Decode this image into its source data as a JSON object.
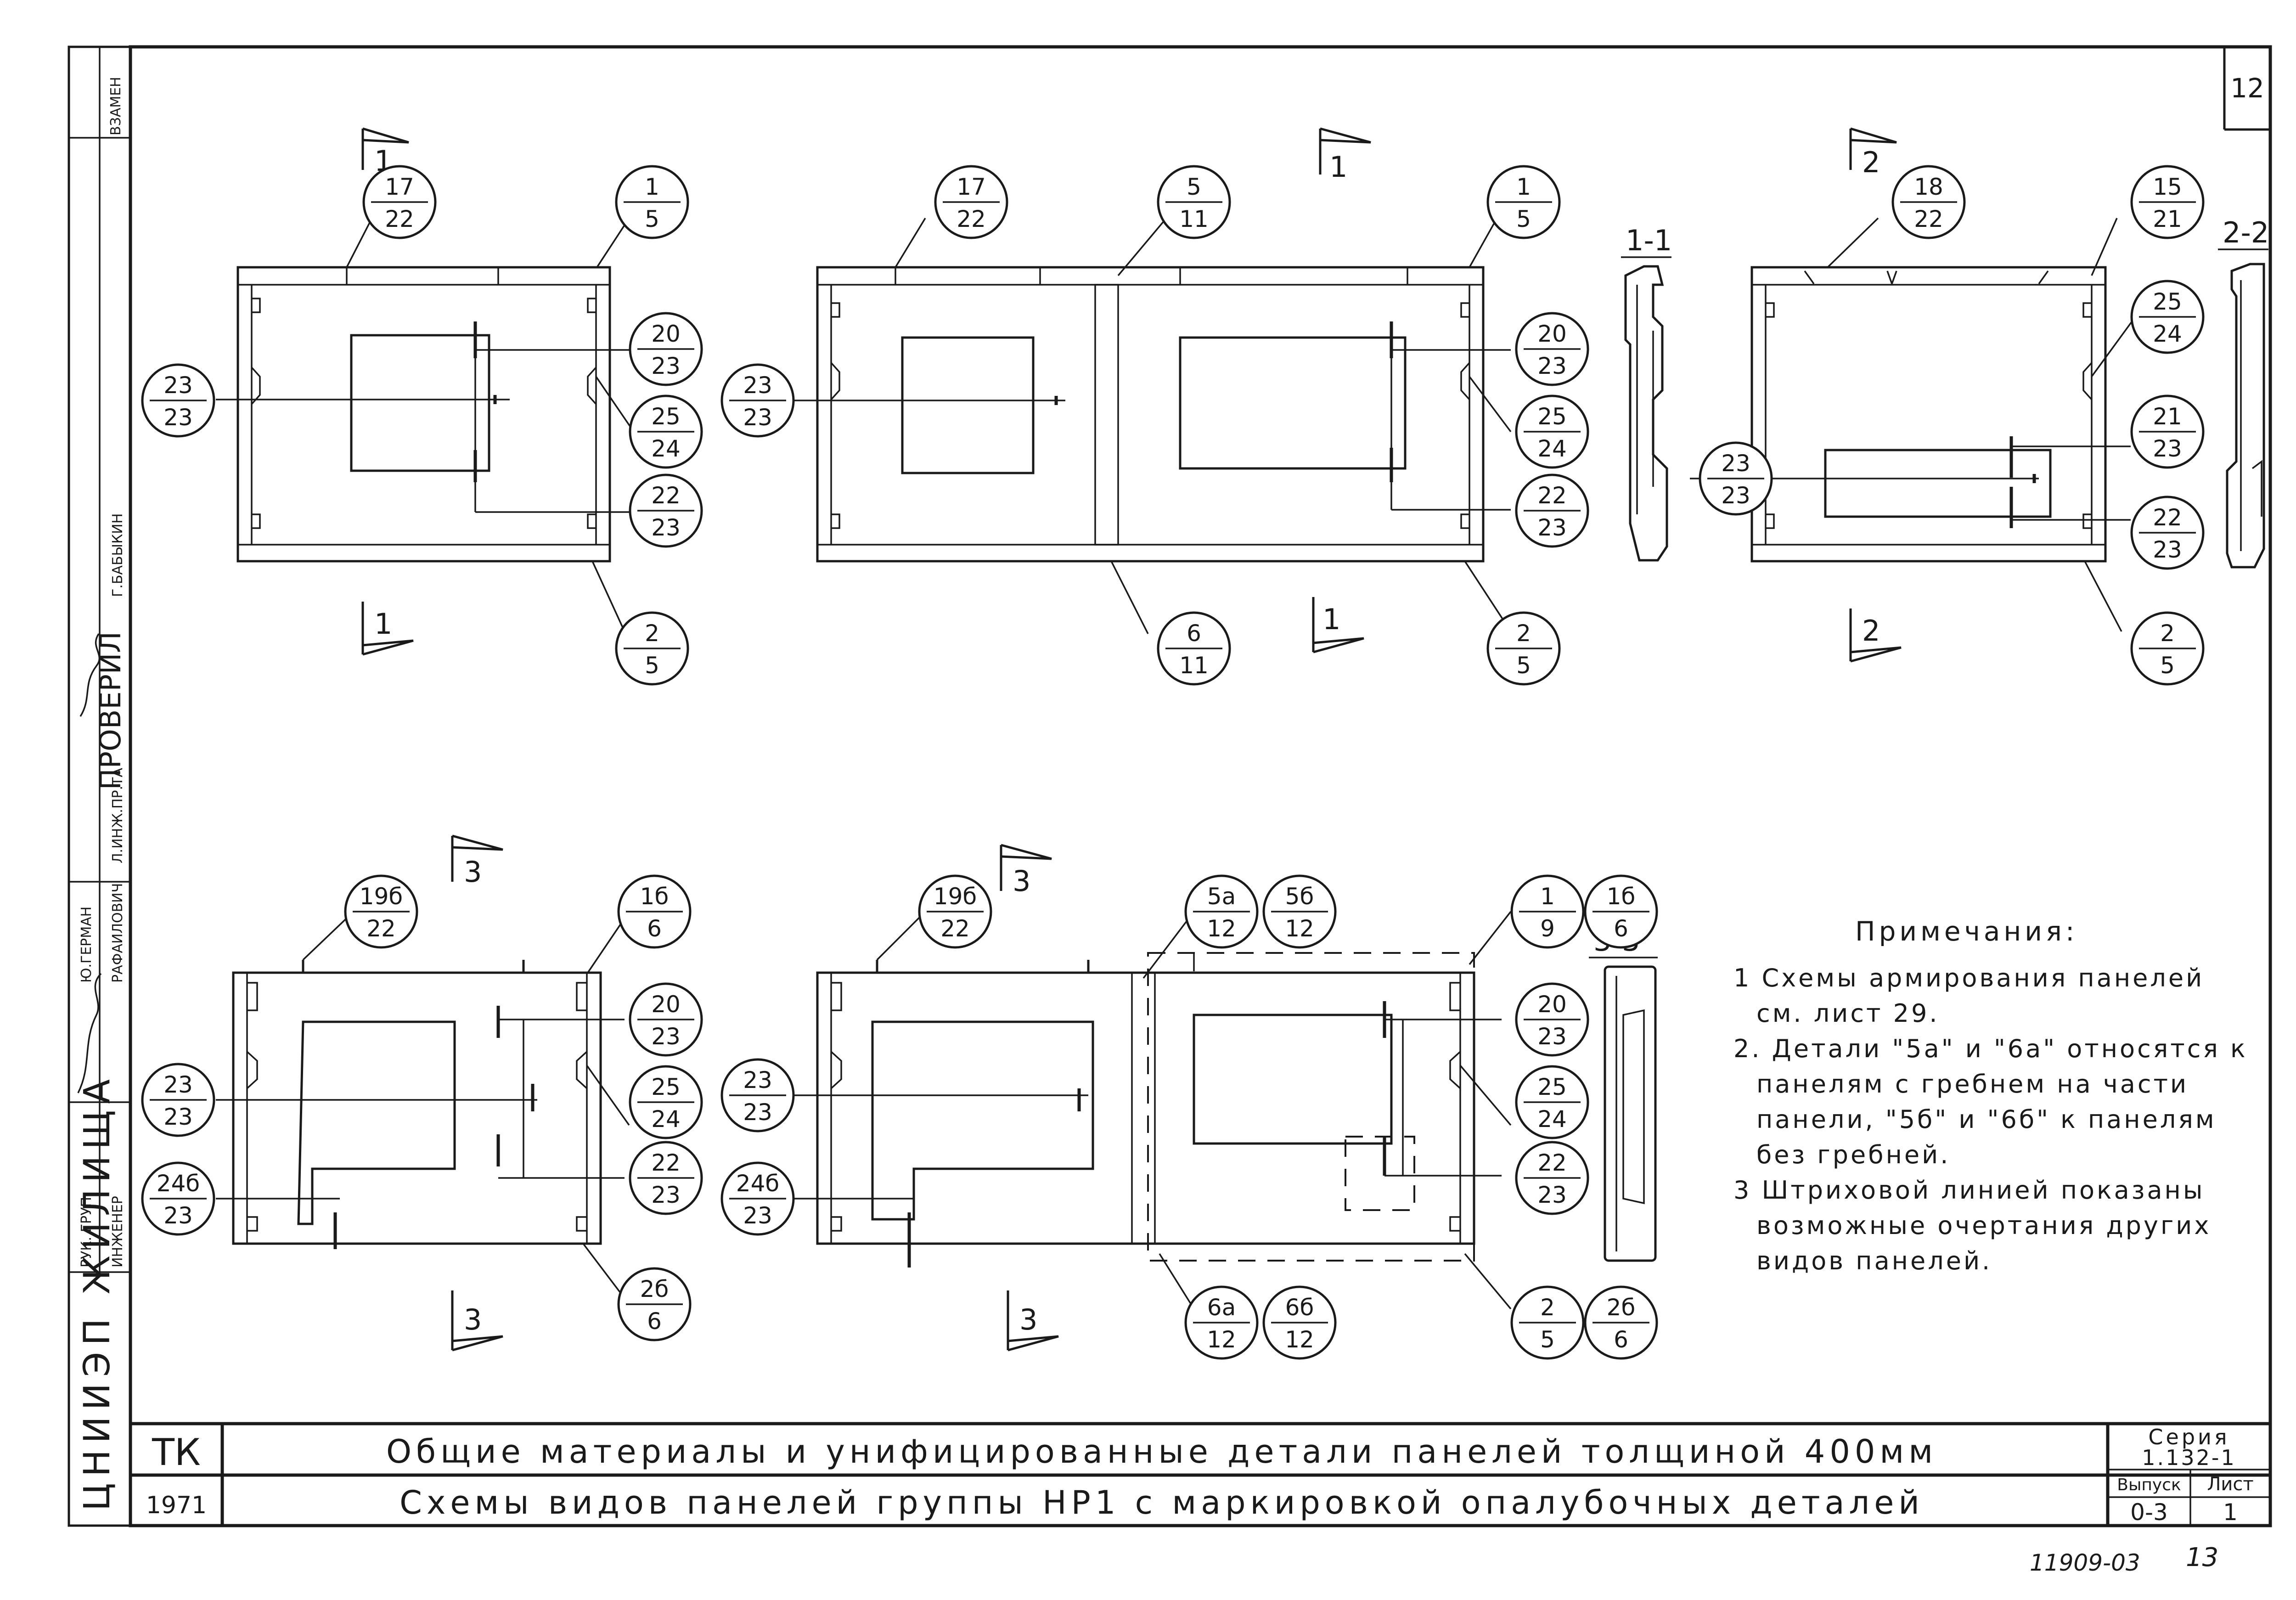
{
  "sheet": {
    "page_number": "12",
    "archive_number": "11909-03",
    "archive_page": "13"
  },
  "margin_strip": {
    "org": "ЦНИИЭП ЖИЛИЩА",
    "replaces_label": "ВЗАМЕН",
    "checked_label": "ПРОВЕРИЛ",
    "roles": [
      "РУК. ГРУП",
      "ИНЖЕНЕР",
      "Ю.ГЕРМАН",
      "РАФАИЛОВИЧ",
      "Л.ИНЖ.ПР.ТА",
      "Г.БАБЫКИН"
    ]
  },
  "notes": {
    "heading": "Примечания:",
    "lines": [
      "1 Схемы армирования панелей",
      "см. лист 29.",
      "2. Детали \"5а\" и \"6а\" относятся к",
      "панелям с гребнем на части",
      "панели, \"5б\" и \"6б\" к панелям",
      "без гребней.",
      "3 Штриховой линией показаны",
      "возможные очертания других",
      "видов панелей."
    ]
  },
  "title_block": {
    "code": "ТК",
    "year": "1971",
    "title_line1": "Общие материалы и унифицированные детали панелей толщиной 400мм",
    "title_line2": "Схемы видов панелей группы НР1 с маркировкой опалубочных деталей",
    "series_label": "Серия",
    "series_value": "1.132-1",
    "issue_label": "Выпуск",
    "issue_value": "0-3",
    "sheet_label": "Лист",
    "sheet_value": "1"
  },
  "sections": {
    "s1_label": "1-1",
    "s2_label": "2-2",
    "s3_label": "3-3"
  },
  "cut_marks": [
    "1",
    "1",
    "1",
    "1",
    "2",
    "2",
    "3",
    "3",
    "3",
    "3"
  ],
  "callouts": [
    {
      "top": "17",
      "bottom": "22"
    },
    {
      "top": "1",
      "bottom": "5"
    },
    {
      "top": "23",
      "bottom": "23"
    },
    {
      "top": "20",
      "bottom": "23"
    },
    {
      "top": "25",
      "bottom": "24"
    },
    {
      "top": "22",
      "bottom": "23"
    },
    {
      "top": "2",
      "bottom": "5"
    },
    {
      "top": "17",
      "bottom": "22"
    },
    {
      "top": "5",
      "bottom": "11"
    },
    {
      "top": "1",
      "bottom": "5"
    },
    {
      "top": "23",
      "bottom": "23"
    },
    {
      "top": "20",
      "bottom": "23"
    },
    {
      "top": "25",
      "bottom": "24"
    },
    {
      "top": "22",
      "bottom": "23"
    },
    {
      "top": "6",
      "bottom": "11"
    },
    {
      "top": "2",
      "bottom": "5"
    },
    {
      "top": "23",
      "bottom": "23"
    },
    {
      "top": "18",
      "bottom": "22"
    },
    {
      "top": "15",
      "bottom": "21"
    },
    {
      "top": "25",
      "bottom": "24"
    },
    {
      "top": "21",
      "bottom": "23"
    },
    {
      "top": "22",
      "bottom": "23"
    },
    {
      "top": "2",
      "bottom": "5"
    },
    {
      "top": "19б",
      "bottom": "22"
    },
    {
      "top": "1б",
      "bottom": "6"
    },
    {
      "top": "23",
      "bottom": "23"
    },
    {
      "top": "24б",
      "bottom": "23"
    },
    {
      "top": "20",
      "bottom": "23"
    },
    {
      "top": "25",
      "bottom": "24"
    },
    {
      "top": "22",
      "bottom": "23"
    },
    {
      "top": "2б",
      "bottom": "6"
    },
    {
      "top": "19б",
      "bottom": "22"
    },
    {
      "top": "23",
      "bottom": "23"
    },
    {
      "top": "24б",
      "bottom": "23"
    },
    {
      "top": "5а",
      "bottom": "12"
    },
    {
      "top": "5б",
      "bottom": "12"
    },
    {
      "top": "1",
      "bottom": "9"
    },
    {
      "top": "1б",
      "bottom": "6"
    },
    {
      "top": "20",
      "bottom": "23"
    },
    {
      "top": "25",
      "bottom": "24"
    },
    {
      "top": "22",
      "bottom": "23"
    },
    {
      "top": "6а",
      "bottom": "12"
    },
    {
      "top": "6б",
      "bottom": "12"
    },
    {
      "top": "2",
      "bottom": "5"
    },
    {
      "top": "2б",
      "bottom": "6"
    }
  ]
}
